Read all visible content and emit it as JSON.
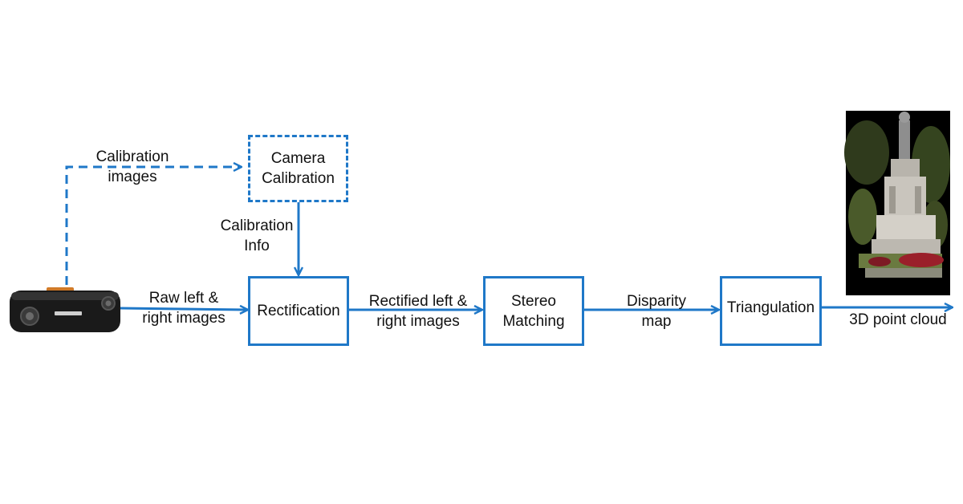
{
  "colors": {
    "accent": "#1f78c8"
  },
  "nodes": {
    "camera_calibration": [
      "Camera",
      "Calibration"
    ],
    "rectification": "Rectification",
    "stereo_matching": [
      "Stereo",
      "Matching"
    ],
    "triangulation": "Triangulation"
  },
  "edges": {
    "calibration_images": [
      "Calibration",
      "images"
    ],
    "calibration_info": [
      "Calibration",
      "Info"
    ],
    "raw_images": [
      "Raw left &",
      "right images"
    ],
    "rectified_images": [
      "Rectified left &",
      "right images"
    ],
    "disparity_map": [
      "Disparity",
      "map"
    ],
    "point_cloud": "3D point cloud"
  },
  "images": {
    "camera": "stereo-camera-icon",
    "output": "point-cloud-render"
  }
}
